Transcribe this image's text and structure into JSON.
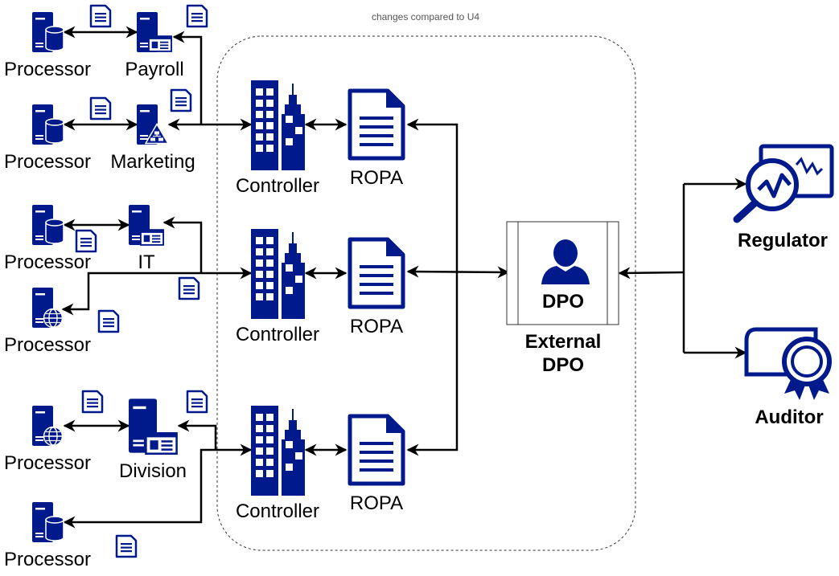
{
  "note": "changes compared to U4",
  "colors": {
    "icon": "#001a8c",
    "line": "#000000",
    "box_border": "#333333"
  },
  "left_nodes": {
    "processor_label": "Processor",
    "payroll": "Payroll",
    "marketing": "Marketing",
    "it": "IT",
    "division": "Division"
  },
  "middle": {
    "controller_label": "Controller",
    "ropa_label": "ROPA"
  },
  "dpo": {
    "inner": "DPO",
    "line1": "External",
    "line2": "DPO"
  },
  "right": {
    "regulator": "Regulator",
    "auditor": "Auditor"
  }
}
